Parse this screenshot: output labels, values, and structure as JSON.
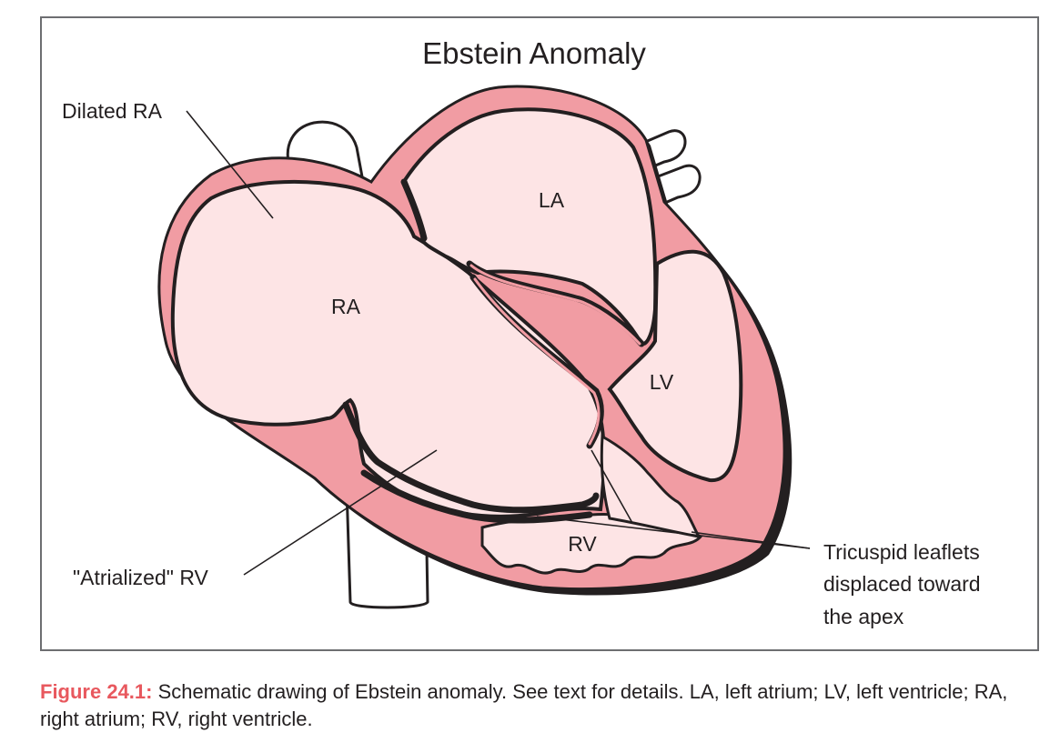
{
  "title": "Ebstein Anomaly",
  "labels": {
    "dilated_ra": "Dilated RA",
    "la": "LA",
    "ra": "RA",
    "lv": "LV",
    "rv": "RV",
    "atrialized_rv": "\"Atrialized\" RV",
    "tricuspid_line1": "Tricuspid leaflets",
    "tricuspid_line2": "displaced toward",
    "tricuspid_line3": "the apex"
  },
  "caption": {
    "label": "Figure 24.1:",
    "text": " Schematic drawing of Ebstein anomaly. See text for details. LA, left atrium; LV, left ventricle; RA, right atrium; RV, right ventricle."
  },
  "colors": {
    "wall": "#f19ca3",
    "chamber": "#fde4e5",
    "outline": "#231f20",
    "caption_accent": "#e8585e"
  }
}
